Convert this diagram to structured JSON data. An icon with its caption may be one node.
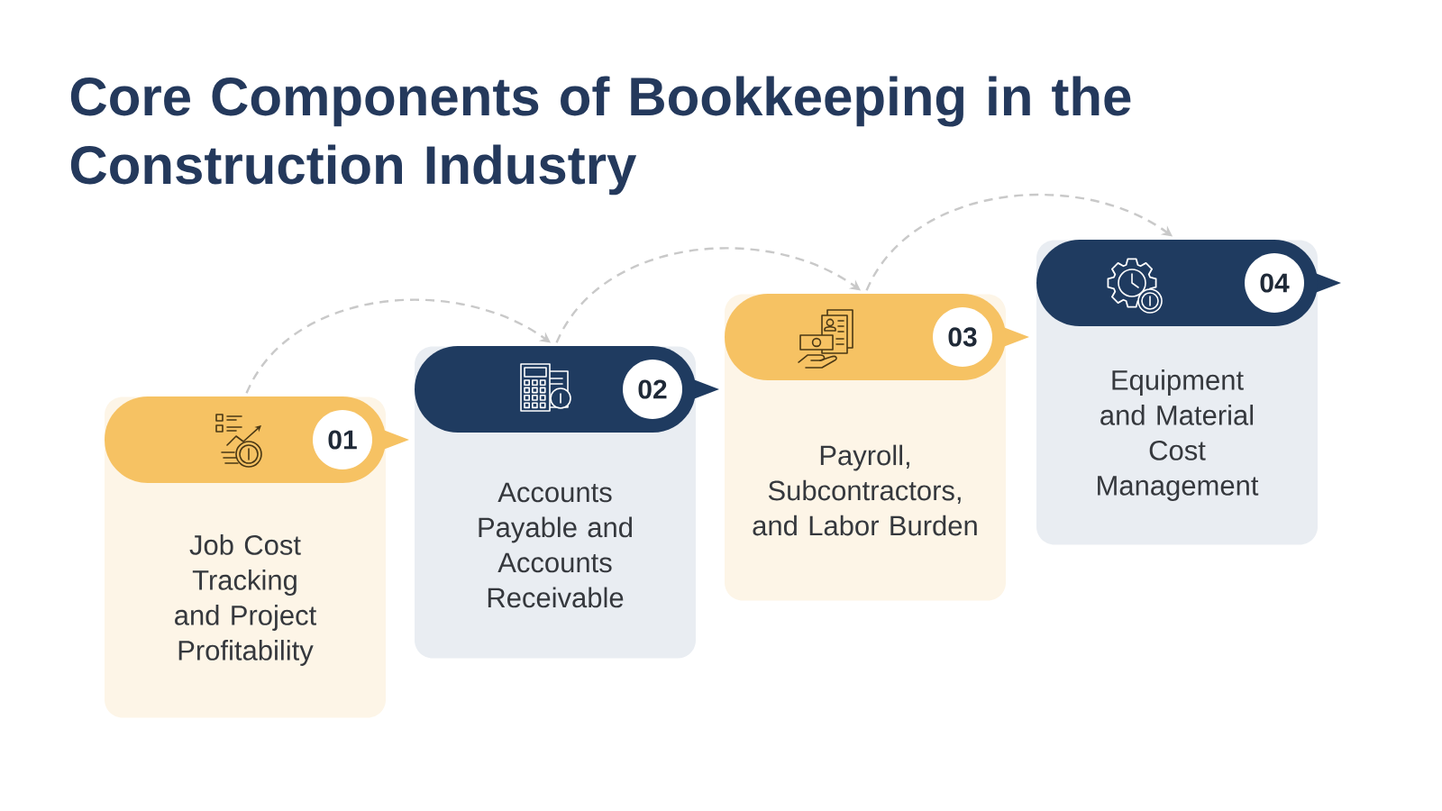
{
  "diagram": {
    "title": "Core Components of Bookkeeping in the Construction Industry",
    "nodes": [
      {
        "text": [
          "Job Cost Tracking and Project Profitability"
        ]
      },
      {
        "text": [
          "01"
        ],
        "in": 0
      },
      {
        "text": [
          "Accounts Payable and Accounts Receivable"
        ]
      },
      {
        "text": [
          "02"
        ],
        "in": 2
      },
      {
        "text": [
          "Payroll, Subcontractors, and Labor Burden"
        ]
      },
      {
        "text": [
          "03"
        ],
        "in": 4
      },
      {
        "text": [
          "Equipment and Material Cost Management"
        ]
      },
      {
        "text": [
          "04"
        ],
        "in": 6
      }
    ],
    "edges": [
      {
        "from": 0,
        "to": 2,
        "arrow": "to",
        "style": "dashed"
      },
      {
        "from": 2,
        "to": 4,
        "arrow": "to",
        "style": "dashed"
      },
      {
        "from": 4,
        "to": 6,
        "arrow": "to",
        "style": "dashed"
      }
    ]
  }
}
